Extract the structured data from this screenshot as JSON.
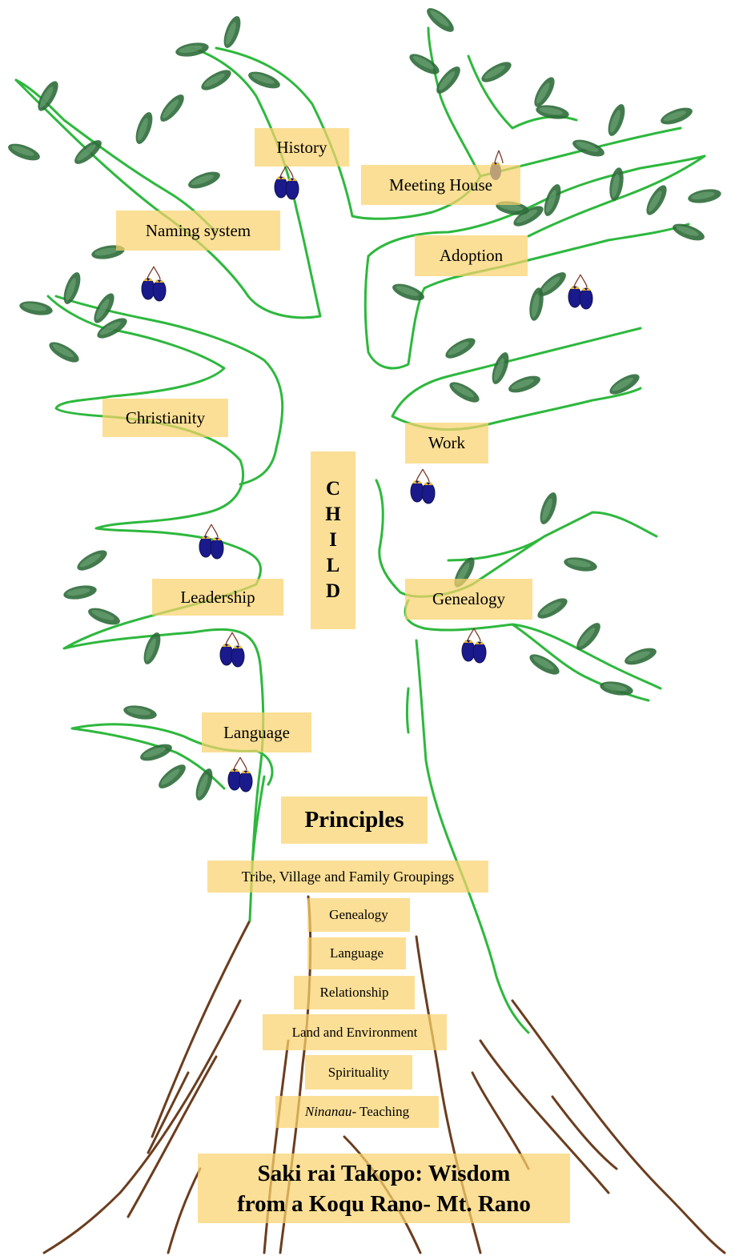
{
  "center_label": "CHILD",
  "branches": {
    "history": "History",
    "meeting_house": "Meeting House",
    "naming_system": "Naming system",
    "adoption": "Adoption",
    "christianity": "Christianity",
    "work": "Work",
    "leadership": "Leadership",
    "genealogy": "Genealogy",
    "language": "Language"
  },
  "principles": {
    "heading": "Principles",
    "items": {
      "groupings": "Tribe, Village and Family Groupings",
      "genealogy": "Genealogy",
      "language": "Language",
      "relationship": "Relationship",
      "land": "Land and Environment",
      "spirituality": "Spirituality",
      "teaching_term": "Ninanau",
      "teaching_rest": "- Teaching"
    }
  },
  "title": {
    "line1": "Saki rai Takopo: Wisdom",
    "line2": "from a Koqu Rano- Mt. Rano"
  },
  "colors": {
    "trunk_outline": "#2db83d",
    "leaf": "#2e6b3a",
    "fruit": "#1a1a8c",
    "fruit_top": "#e8b830",
    "root": "#6b3d1e",
    "label_fill": "#fad26e"
  }
}
